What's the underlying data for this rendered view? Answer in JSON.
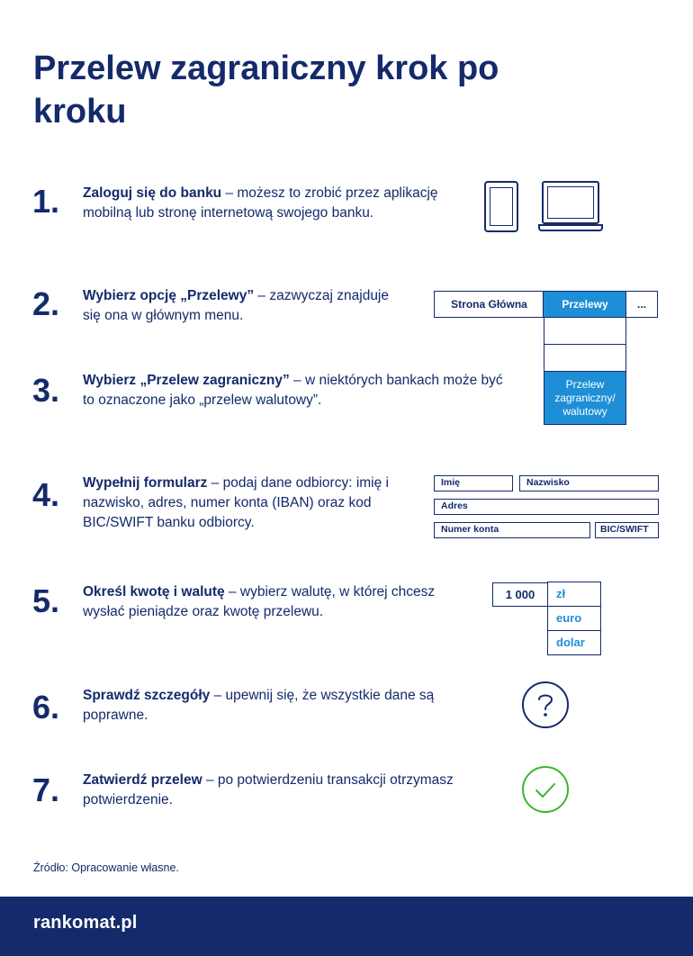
{
  "title": "Przelew zagraniczny krok po kroku",
  "steps": [
    {
      "num": "1.",
      "bold": "Zaloguj się do banku",
      "rest": " – możesz to zrobić przez aplikację mobilną lub stronę internetową swojego banku."
    },
    {
      "num": "2.",
      "bold": "Wybierz opcję „Przelewy”",
      "rest": " – zazwyczaj znajduje się ona w głównym menu."
    },
    {
      "num": "3.",
      "bold": "Wybierz „Przelew zagraniczny”",
      "rest": " – w niektórych bankach może być to oznaczone jako „przelew walutowy”."
    },
    {
      "num": "4.",
      "bold": "Wypełnij formularz",
      "rest": " – podaj dane odbiorcy: imię i nazwisko, adres, numer konta (IBAN) oraz kod BIC/SWIFT banku odbiorcy."
    },
    {
      "num": "5.",
      "bold": "Określ kwotę i walutę",
      "rest": " – wybierz walutę, w której chcesz wysłać pieniądze oraz kwotę przelewu."
    },
    {
      "num": "6.",
      "bold": "Sprawdź szczegóły",
      "rest": " – upewnij się, że wszystkie dane są poprawne."
    },
    {
      "num": "7.",
      "bold": "Zatwierdź przelew",
      "rest": " – po potwierdzeniu transakcji otrzymasz potwierdzenie."
    }
  ],
  "menu": {
    "home": "Strona Główna",
    "transfers": "Przelewy",
    "more": "...",
    "foreign": "Przelew zagraniczny/ walutowy"
  },
  "form": {
    "first_name": "Imię",
    "last_name": "Nazwisko",
    "address": "Adres",
    "account": "Numer konta",
    "bic": "BIC/SWIFT"
  },
  "currency": {
    "amount": "1 000",
    "options": [
      "zł",
      "euro",
      "dolar"
    ]
  },
  "icons": {
    "device_phone": "smartphone-icon",
    "device_laptop": "laptop-icon",
    "check_details": "question-mark-icon",
    "confirm": "checkmark-icon"
  },
  "colors": {
    "navy": "#142a6b",
    "accent_blue": "#1e8fd6",
    "confirm_green": "#3cb52e"
  },
  "source": "Źródło: Opracowanie własne.",
  "brand": "rankomat.pl"
}
